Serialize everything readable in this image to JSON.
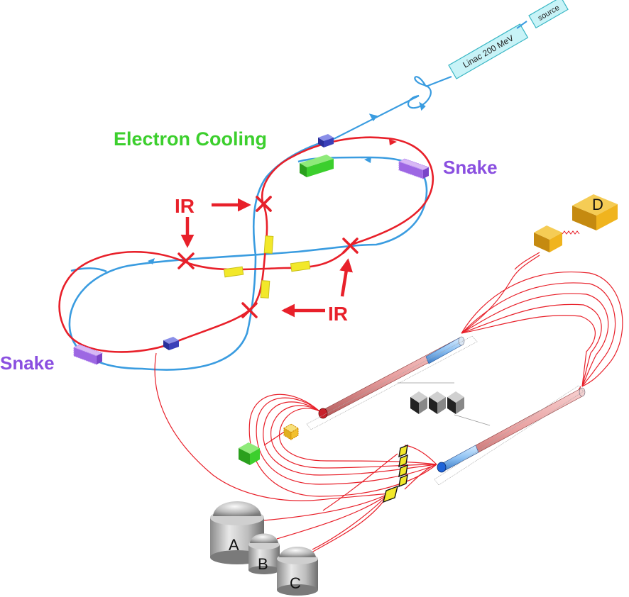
{
  "source": {
    "label": "source"
  },
  "linac": {
    "label": "Linac 200 MeV"
  },
  "electron_cooling": {
    "label": "Electron Cooling",
    "color": "#3ccf2d"
  },
  "snakes": {
    "label": "Snake",
    "color": "#8a4fe0"
  },
  "ir": {
    "label": "IR",
    "color": "#e8202a"
  },
  "halls": [
    "A",
    "B",
    "C",
    "D"
  ],
  "colors": {
    "ion_ring": "#e8202a",
    "electron_ring": "#3a9ce0",
    "cebaf_lines": "#e8202a",
    "quad": "#f2e82a",
    "dipole_block": "#3a3fb8",
    "hall_box": "#f0b41e"
  }
}
